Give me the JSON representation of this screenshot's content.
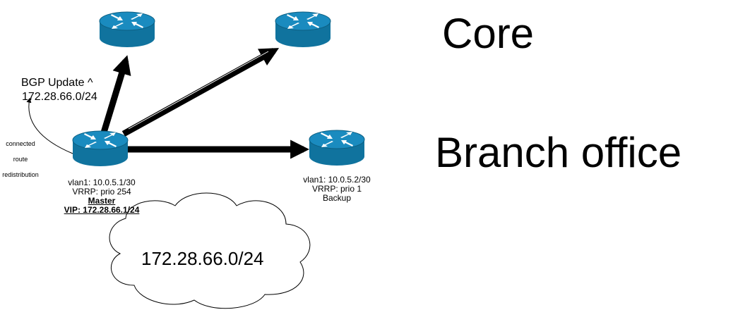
{
  "labels": {
    "core": "Core",
    "branch_office": "Branch office",
    "bgp_update": "BGP Update ^",
    "bgp_prefix": "172.28.66.0/24",
    "connected": "connected",
    "route": "route",
    "redistribution": "redistribution",
    "cloud_prefix": "172.28.66.0/24"
  },
  "master_router": {
    "vlan": "vlan1: 10.0.5.1/30",
    "vrrp": "VRRP: prio 254",
    "role": "Master",
    "vip": "VIP: 172.28.66.1/24"
  },
  "backup_router": {
    "vlan": "vlan1: 10.0.5.2/30",
    "vrrp": "VRRP: prio 1",
    "role": "Backup"
  },
  "colors": {
    "router_fill": "#10739E",
    "router_top": "#1A8BBF",
    "link": "#000000",
    "cloud_stroke": "#000000"
  },
  "icons": [
    "router-icon",
    "cloud-shape",
    "arrow"
  ]
}
